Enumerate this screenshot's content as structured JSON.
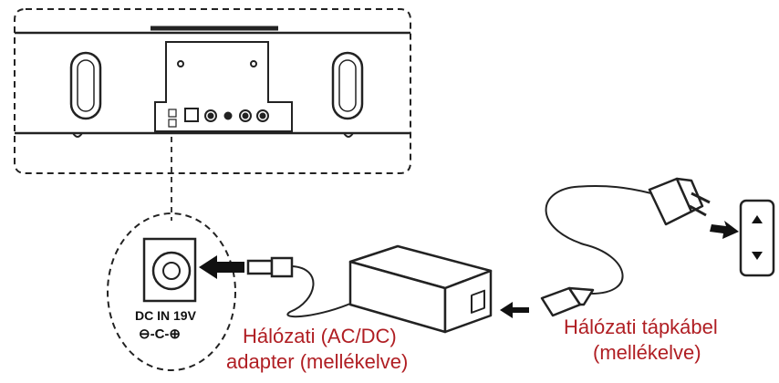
{
  "labels": {
    "adapter_line1": "Hálózati (AC/DC)",
    "adapter_line2": "adapter (mellékelve)",
    "cable_line1": "Hálózati tápkábel",
    "cable_line2": "(mellékelve)"
  },
  "port": {
    "text": "DC IN 19V",
    "polarity": "⊖-C-⊕"
  },
  "colors": {
    "label": "#b01e23",
    "line": "#222222"
  }
}
